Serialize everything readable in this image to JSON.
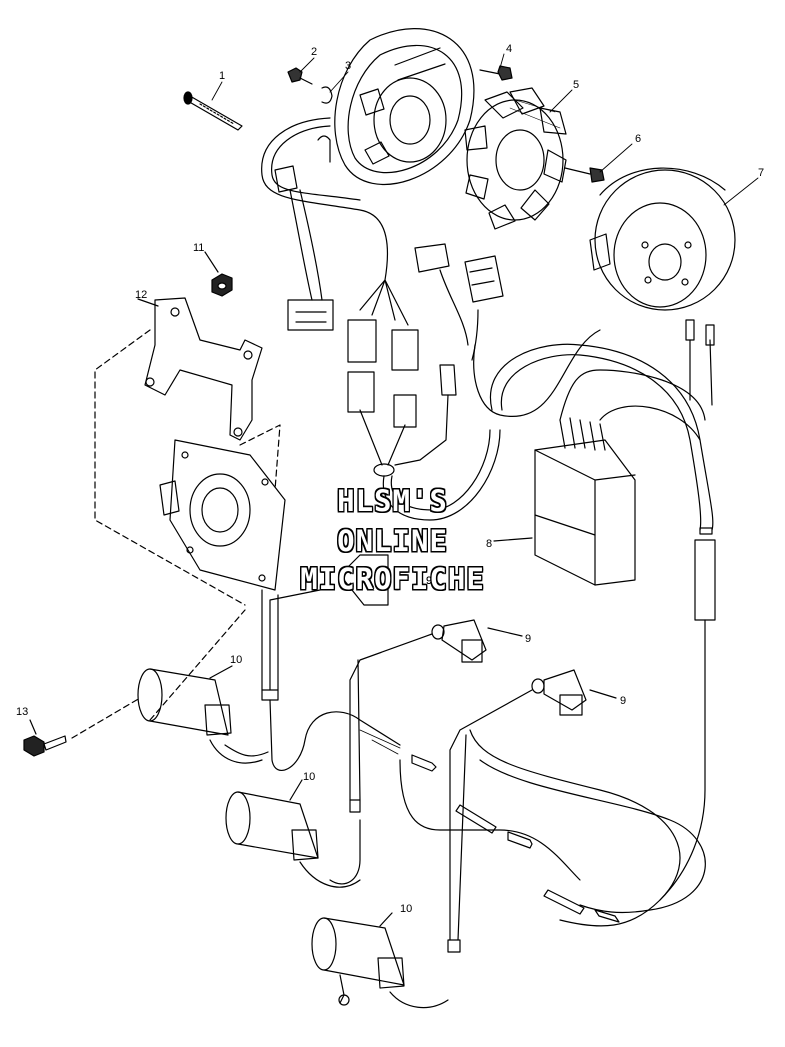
{
  "watermark": {
    "line1": "HLSM'S",
    "line2": "ONLINE",
    "line3": "MICROFICHE"
  },
  "callouts": [
    "1",
    "2",
    "3",
    "4",
    "5",
    "6",
    "7",
    "8",
    "9",
    "9",
    "9",
    "9",
    "10",
    "10",
    "10",
    "11",
    "12",
    "13"
  ]
}
